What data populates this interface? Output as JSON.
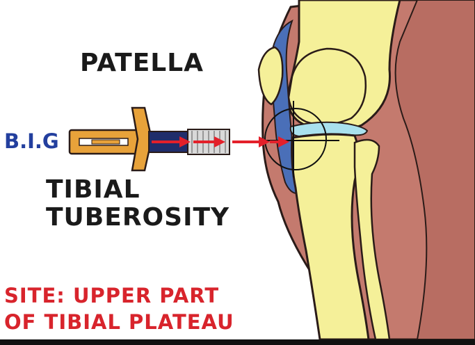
{
  "labels": {
    "patella": "PATELLA",
    "tibial_line1": "TIBIAL",
    "tibial_line2": "TUBEROSITY",
    "device": "B.I.G",
    "site_line1": "SITE: UPPER PART",
    "site_line2": "OF TIBIAL PLATEAU"
  },
  "colors": {
    "skin": "#c47a6e",
    "bone": "#f5f099",
    "cartilage_blue": "#4a6fb8",
    "joint_space": "#a9e1ee",
    "device_orange": "#e8a23a",
    "arrow_red": "#e3202a",
    "label_dark": "#1a1a1a",
    "label_blue": "#233f9e",
    "label_red": "#d8242c"
  }
}
